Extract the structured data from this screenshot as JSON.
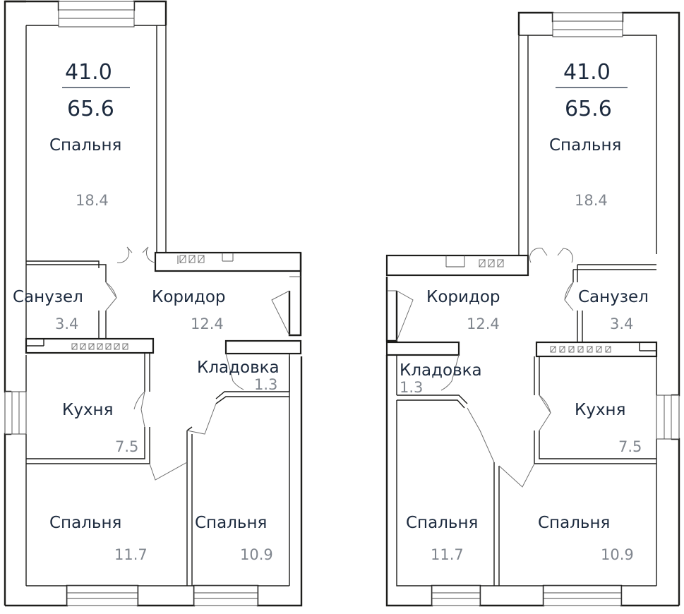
{
  "plans": [
    {
      "id": "left",
      "area_living": "41.0",
      "area_total": "65.6",
      "rooms": [
        {
          "key": "bedroom_big",
          "name": "Спальня",
          "area": "18.4"
        },
        {
          "key": "bathroom",
          "name": "Санузел",
          "area": "3.4"
        },
        {
          "key": "corridor",
          "name": "Коридор",
          "area": "12.4"
        },
        {
          "key": "storage",
          "name": "Кладовка",
          "area": "1.3"
        },
        {
          "key": "kitchen",
          "name": "Кухня",
          "area": "7.5"
        },
        {
          "key": "bedroom_bl",
          "name": "Спальня",
          "area": "11.7"
        },
        {
          "key": "bedroom_br",
          "name": "Спальня",
          "area": "10.9"
        }
      ]
    },
    {
      "id": "right",
      "area_living": "41.0",
      "area_total": "65.6",
      "rooms": [
        {
          "key": "bedroom_big",
          "name": "Спальня",
          "area": "18.4"
        },
        {
          "key": "bathroom",
          "name": "Санузел",
          "area": "3.4"
        },
        {
          "key": "corridor",
          "name": "Коридор",
          "area": "12.4"
        },
        {
          "key": "storage",
          "name": "Кладовка",
          "area": "1.3"
        },
        {
          "key": "kitchen",
          "name": "Кухня",
          "area": "7.5"
        },
        {
          "key": "bedroom_bl",
          "name": "Спальня",
          "area": "11.7"
        },
        {
          "key": "bedroom_br",
          "name": "Спальня",
          "area": "10.9"
        }
      ]
    }
  ]
}
